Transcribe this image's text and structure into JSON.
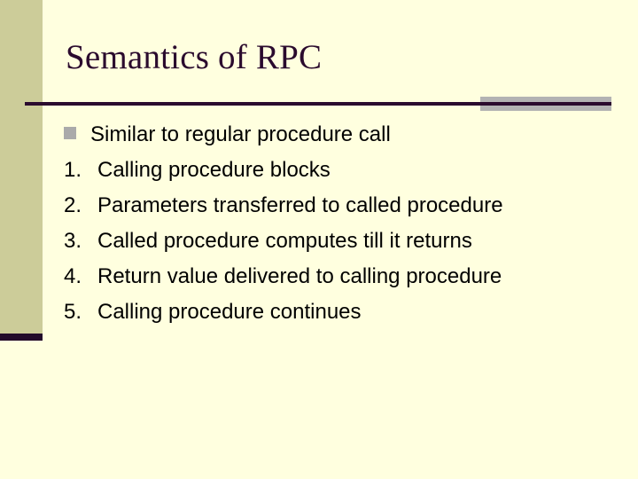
{
  "slide": {
    "title": "Semantics of RPC",
    "background_color": "#ffffdf",
    "accent_band_color": "#cccc99",
    "rule_color": "#2b0b2e",
    "accent_bar_color": "#b3b3b3",
    "title_color": "#2b0b2e",
    "body_color": "#000000"
  },
  "body": {
    "bullet": {
      "icon": "gray-square-bullet",
      "marker": "n",
      "text": "Similar to regular procedure call"
    },
    "numbered_items": [
      {
        "marker": "1.",
        "text": "Calling procedure blocks"
      },
      {
        "marker": "2.",
        "text": "Parameters transferred to called procedure"
      },
      {
        "marker": "3.",
        "text": "Called procedure computes till it returns"
      },
      {
        "marker": "4.",
        "text": "Return value delivered to calling procedure"
      },
      {
        "marker": "5.",
        "text": "Calling procedure continues"
      }
    ]
  }
}
